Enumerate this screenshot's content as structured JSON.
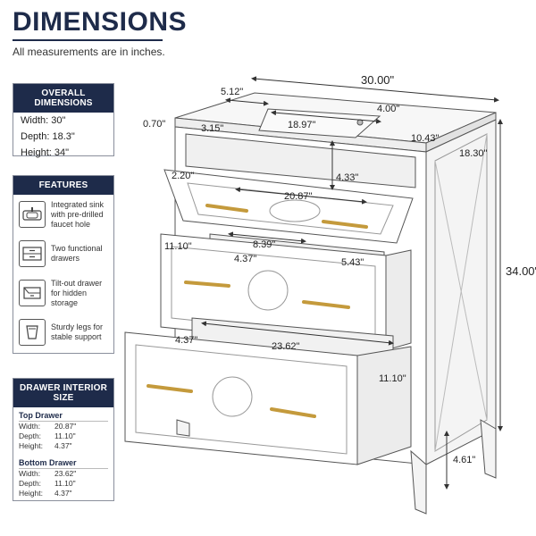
{
  "header": {
    "title": "DIMENSIONS",
    "subtitle": "All measurements are in inches."
  },
  "overall": {
    "heading": "OVERALL DIMENSIONS",
    "width": "Width: 30\"",
    "depth": "Depth: 18.3\"",
    "height": "Height: 34\""
  },
  "features": {
    "heading": "FEATURES",
    "items": [
      {
        "text": "Integrated sink with pre-drilled faucet hole",
        "icon": "sink-icon"
      },
      {
        "text": "Two functional drawers",
        "icon": "drawer-icon"
      },
      {
        "text": "Tilt-out drawer for hidden storage",
        "icon": "tilt-drawer-icon"
      },
      {
        "text": "Sturdy legs for stable support",
        "icon": "leg-icon"
      }
    ]
  },
  "drawer_interior": {
    "heading": "DRAWER INTERIOR SIZE",
    "top_label": "Top Drawer",
    "top": [
      {
        "k": "Width:",
        "v": "20.87\""
      },
      {
        "k": "Depth:",
        "v": "11.10\""
      },
      {
        "k": "Height:",
        "v": "4.37\""
      }
    ],
    "bottom_label": "Bottom Drawer",
    "bottom": [
      {
        "k": "Width:",
        "v": "23.62\""
      },
      {
        "k": "Depth:",
        "v": "11.10\""
      },
      {
        "k": "Height:",
        "v": "4.37\""
      }
    ]
  },
  "dimensions": {
    "total_width": "30.00\"",
    "sink_offset": "5.12\"",
    "faucet_offset": "4.00\"",
    "top_thickness": "0.70\"",
    "sink_edge": "3.15\"",
    "sink_width": "18.97\"",
    "sink_depth": "10.43\"",
    "total_depth": "18.30\"",
    "sink_height": "4.33\"",
    "tilt_height": "2.20\"",
    "tilt_width": "20.87\"",
    "top_drawer_depth": "11.10\"",
    "top_drawer_width": "8.39\"",
    "top_drawer_height": "4.37\"",
    "top_drawer_side": "5.43\"",
    "total_height": "34.00\"",
    "bottom_drawer_height": "4.37\"",
    "bottom_drawer_width": "23.62\"",
    "bottom_drawer_depth": "11.10\"",
    "leg_height": "4.61\""
  },
  "colors": {
    "navy": "#1e2b4a",
    "gold": "#c49a3c"
  }
}
